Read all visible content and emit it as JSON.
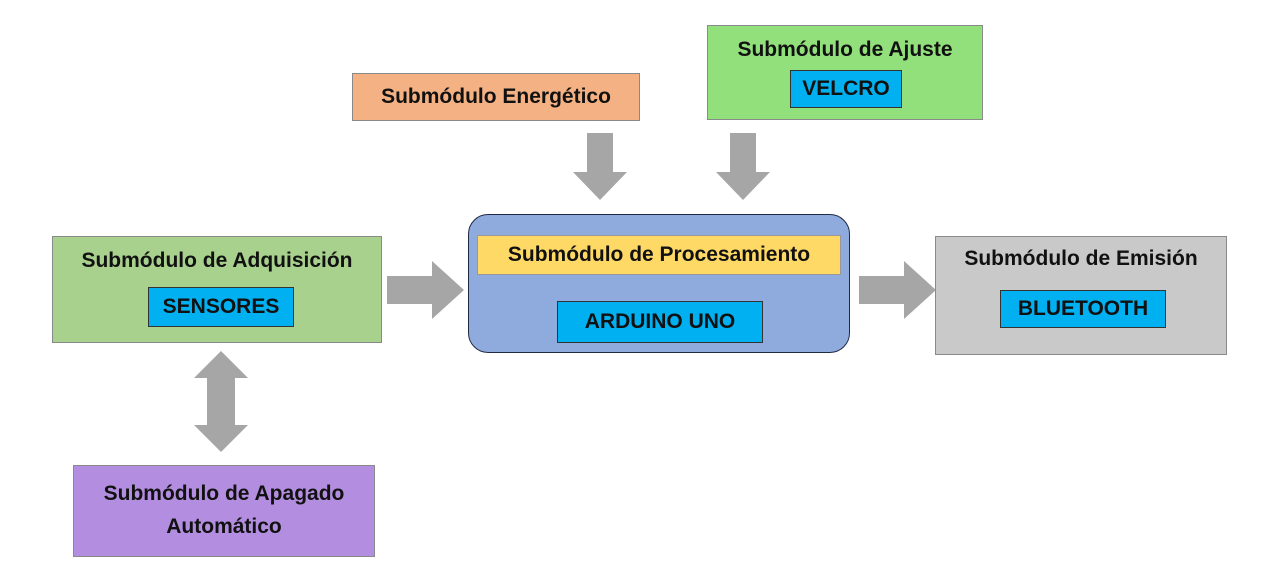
{
  "colors": {
    "energetico": "#f4b183",
    "ajuste": "#92e07c",
    "adquisicion": "#a9d18e",
    "procesamiento": "#8faadc",
    "procesamiento_title": "#ffd966",
    "emision": "#c9c9c9",
    "apagado": "#b38ee0",
    "inner_label": "#00b0f0",
    "arrow": "#a6a6a6"
  },
  "modules": {
    "energetico": {
      "title": "Submódulo Energético"
    },
    "ajuste": {
      "title": "Submódulo de Ajuste",
      "component": "VELCRO"
    },
    "adquisicion": {
      "title": "Submódulo de Adquisición",
      "component": "SENSORES"
    },
    "procesamiento": {
      "title": "Submódulo de Procesamiento",
      "component": "ARDUINO UNO"
    },
    "emision": {
      "title": "Submódulo de Emisión",
      "component": "BLUETOOTH"
    },
    "apagado": {
      "title_line1": "Submódulo de Apagado",
      "title_line2": "Automático"
    }
  }
}
